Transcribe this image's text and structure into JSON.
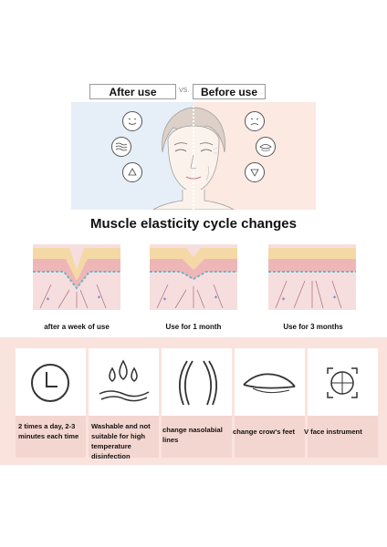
{
  "comparison": {
    "after_label": "After use",
    "vs_label": "VS.",
    "before_label": "Before use"
  },
  "heading": "Muscle elasticity cycle changes",
  "stages": [
    {
      "label": "after a week of use"
    },
    {
      "label": "Use for 1 month"
    },
    {
      "label": "Use for 3 months"
    }
  ],
  "features": [
    {
      "icon": "clock-icon",
      "text": "2 times a day, 2-3 minutes each time"
    },
    {
      "icon": "water-drops-icon",
      "text": "Washable and not suitable for high temperature disinfection"
    },
    {
      "icon": "nasolabial-lines-icon",
      "text": "change nasolabial lines"
    },
    {
      "icon": "eye-wrinkle-icon",
      "text": "change crow's feet"
    },
    {
      "icon": "v-face-icon",
      "text": "V face instrument"
    }
  ],
  "colors": {
    "after_bg": "#e6eef7",
    "before_bg": "#fbe9e2",
    "band_bg": "#fbe3dd",
    "card_bottom": "#f4d6d0"
  }
}
